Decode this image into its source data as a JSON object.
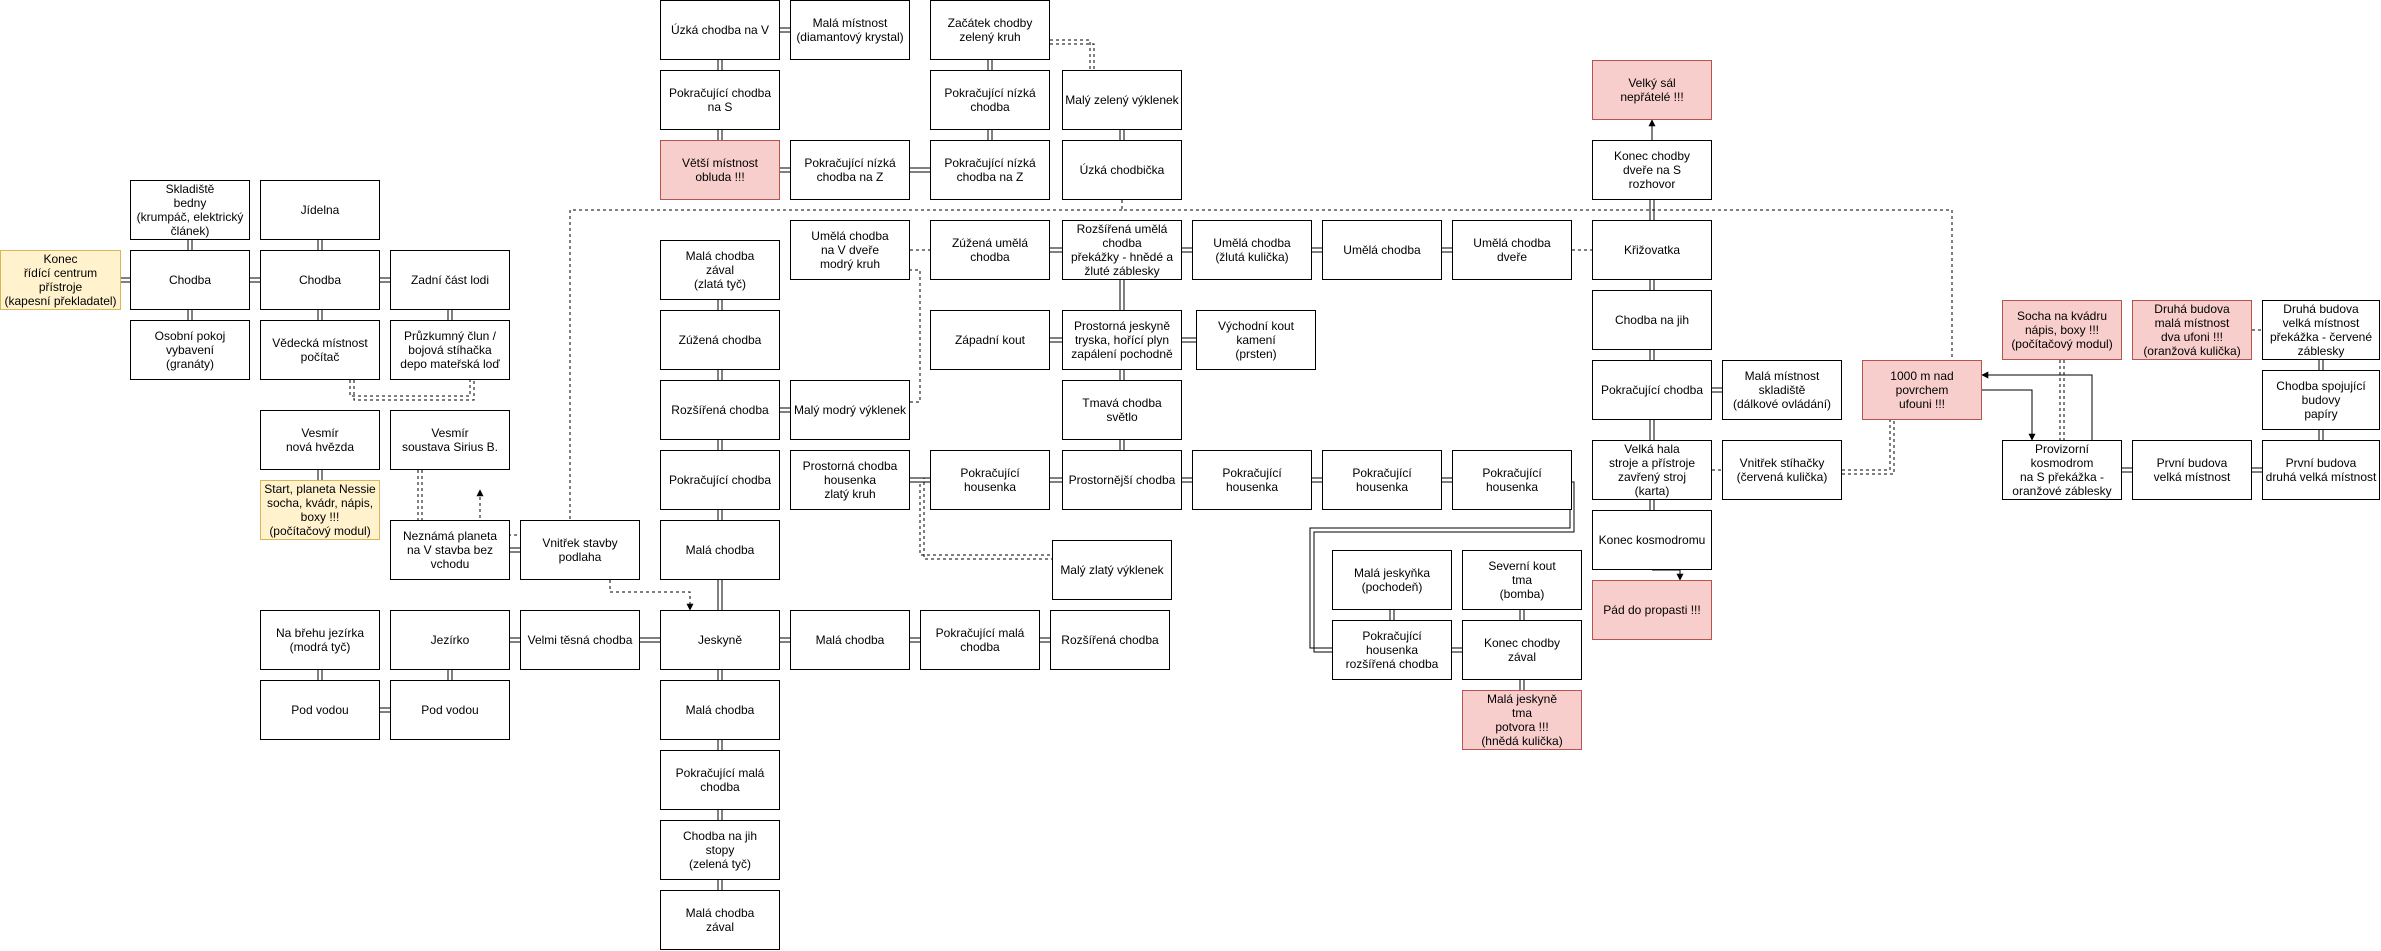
{
  "colors": {
    "danger_fill": "#f8cecc",
    "danger_stroke": "#b85450",
    "start_fill": "#fff2cc",
    "start_stroke": "#d6b656",
    "line": "#000000"
  },
  "nodes": [
    {
      "id": "konec_ridici",
      "label": "Konec\nřídící centrum\npřístroje\n(kapesní překladatel)",
      "style": "start"
    },
    {
      "id": "skladiste",
      "label": "Skladiště\nbedny\n(krumpáč, elektrický\nčlánek)",
      "style": "normal"
    },
    {
      "id": "chodba1",
      "label": "Chodba",
      "style": "normal"
    },
    {
      "id": "osobni",
      "label": "Osobní pokoj\nvybavení\n(granáty)",
      "style": "normal"
    },
    {
      "id": "jidelna",
      "label": "Jídelna",
      "style": "normal"
    },
    {
      "id": "chodba2",
      "label": "Chodba",
      "style": "normal"
    },
    {
      "id": "vedecka",
      "label": "Vědecká místnost\npočítač",
      "style": "normal"
    },
    {
      "id": "zadni",
      "label": "Zadní část lodi",
      "style": "normal"
    },
    {
      "id": "pruzkumny",
      "label": "Průzkumný člun /\nbojová stíhačka\ndepo mateřská loď",
      "style": "normal"
    },
    {
      "id": "vesmir_hvezda",
      "label": "Vesmír\nnová hvězda",
      "style": "normal"
    },
    {
      "id": "vesmir_sirius",
      "label": "Vesmír\nsoustava Sirius B.",
      "style": "normal"
    },
    {
      "id": "start",
      "label": "Start, planeta Nessie\nsocha, kvádr, nápis,\nboxy !!!\n(počítačový modul)",
      "style": "start"
    },
    {
      "id": "neznama",
      "label": "Neznámá planeta\nna V stavba bez\nvchodu",
      "style": "normal"
    },
    {
      "id": "vnitrek_stavby",
      "label": "Vnitřek stavby\npodlaha",
      "style": "normal"
    },
    {
      "id": "na_brehu",
      "label": "Na břehu jezírka\n(modrá tyč)",
      "style": "normal"
    },
    {
      "id": "jezirko",
      "label": "Jezírko",
      "style": "normal"
    },
    {
      "id": "velmi_tesna",
      "label": "Velmi těsná chodba",
      "style": "normal"
    },
    {
      "id": "pod_vodou1",
      "label": "Pod vodou",
      "style": "normal"
    },
    {
      "id": "pod_vodou2",
      "label": "Pod vodou",
      "style": "normal"
    },
    {
      "id": "uzka_v",
      "label": "Úzká chodba na V",
      "style": "normal"
    },
    {
      "id": "mala_diamant",
      "label": "Malá místnost\n(diamantový krystal)",
      "style": "normal"
    },
    {
      "id": "pokr_chodba_s",
      "label": "Pokračující chodba\nna S",
      "style": "normal"
    },
    {
      "id": "vetsi_misto",
      "label": "Větší místnost\nobluda !!!",
      "style": "danger"
    },
    {
      "id": "pokr_nizka_z1",
      "label": "Pokračující nízká\nchodba na Z",
      "style": "normal"
    },
    {
      "id": "mala_zaval",
      "label": "Malá chodba\nzával\n(zlatá tyč)",
      "style": "normal"
    },
    {
      "id": "uml_v_dvere",
      "label": "Umělá chodba\nna V dveře\nmodrý kruh",
      "style": "normal"
    },
    {
      "id": "zuzena",
      "label": "Zúžená chodba",
      "style": "normal"
    },
    {
      "id": "rozsirena_ch",
      "label": "Rozšířená chodba",
      "style": "normal"
    },
    {
      "id": "maly_modry",
      "label": "Malý modrý výklenek",
      "style": "normal"
    },
    {
      "id": "pokracujici_ch",
      "label": "Pokračující chodba",
      "style": "normal"
    },
    {
      "id": "prostorna_housenka",
      "label": "Prostorná chodba\nhousenka\nzlatý kruh",
      "style": "normal"
    },
    {
      "id": "mala_chodba1",
      "label": "Malá chodba",
      "style": "normal"
    },
    {
      "id": "jeskyne",
      "label": "Jeskyně",
      "style": "normal"
    },
    {
      "id": "mala_chodba2",
      "label": "Malá chodba",
      "style": "normal"
    },
    {
      "id": "pokr_mala",
      "label": "Pokračující malá\nchodba",
      "style": "normal"
    },
    {
      "id": "rozsirena_ch2",
      "label": "Rozšířená chodba",
      "style": "normal"
    },
    {
      "id": "mala_chodba3",
      "label": "Malá chodba",
      "style": "normal"
    },
    {
      "id": "pokr_mala2",
      "label": "Pokračující malá\nchodba",
      "style": "normal"
    },
    {
      "id": "chodba_jih_stopy",
      "label": "Chodba na jih\nstopy\n(zelená tyč)",
      "style": "normal"
    },
    {
      "id": "mala_zaval2",
      "label": "Malá chodba\nzával",
      "style": "normal"
    },
    {
      "id": "zacatek_zeleny",
      "label": "Začátek chodby\nzelený kruh",
      "style": "normal"
    },
    {
      "id": "pokr_nizka",
      "label": "Pokračující nízká\nchodba",
      "style": "normal"
    },
    {
      "id": "pokr_nizka_z2",
      "label": "Pokračující nízká\nchodba na Z",
      "style": "normal"
    },
    {
      "id": "maly_zeleny",
      "label": "Malý zelený výklenek",
      "style": "normal"
    },
    {
      "id": "uzka_chodbicka",
      "label": "Úzká chodbička",
      "style": "normal"
    },
    {
      "id": "zuzena_umela",
      "label": "Zúžená umělá\nchodba",
      "style": "normal"
    },
    {
      "id": "rozsirena_umela",
      "label": "Rozšířená umělá\nchodba\npřekážky - hnědé a\nžluté záblesky",
      "style": "normal"
    },
    {
      "id": "umela_zluta",
      "label": "Umělá chodba\n(žlutá kulička)",
      "style": "normal"
    },
    {
      "id": "umela",
      "label": "Umělá chodba",
      "style": "normal"
    },
    {
      "id": "umela_dvere",
      "label": "Umělá chodba\ndveře",
      "style": "normal"
    },
    {
      "id": "zapadni_kout",
      "label": "Západní kout",
      "style": "normal"
    },
    {
      "id": "prostorna_jeskyne",
      "label": "Prostorná jeskyně\ntryska, hořící plyn\nzapálení pochodně",
      "style": "normal"
    },
    {
      "id": "vychodni_kout",
      "label": "Východní kout\nkamení\n(prsten)",
      "style": "normal"
    },
    {
      "id": "tmava_chodba",
      "label": "Tmavá chodba\nsvětlo",
      "style": "normal"
    },
    {
      "id": "pokr_housenka1",
      "label": "Pokračující housenka",
      "style": "normal"
    },
    {
      "id": "prostornejsi",
      "label": "Prostornější chodba",
      "style": "normal"
    },
    {
      "id": "pokr_housenka2",
      "label": "Pokračující housenka",
      "style": "normal"
    },
    {
      "id": "pokr_housenka3",
      "label": "Pokračující housenka",
      "style": "normal"
    },
    {
      "id": "pokr_housenka4",
      "label": "Pokračující housenka",
      "style": "normal"
    },
    {
      "id": "maly_zlaty",
      "label": "Malý zlatý výklenek",
      "style": "normal"
    },
    {
      "id": "mala_jeskynka",
      "label": "Malá jeskyňka\n(pochodeň)",
      "style": "normal"
    },
    {
      "id": "severni_kout",
      "label": "Severní kout\ntma\n(bomba)",
      "style": "normal"
    },
    {
      "id": "pokr_housenka_rozs",
      "label": "Pokračující housenka\nrozšířená chodba",
      "style": "normal"
    },
    {
      "id": "konec_chodby_zaval",
      "label": "Konec chodby\nzával",
      "style": "normal"
    },
    {
      "id": "mala_jeskyne_potvora",
      "label": "Malá jeskyně\ntma\npotvora !!!\n(hnědá kulička)",
      "style": "danger"
    },
    {
      "id": "velky_sal",
      "label": "Velký sál\nnepřátelé !!!",
      "style": "danger"
    },
    {
      "id": "konec_chodby_dvere",
      "label": "Konec chodby\ndveře na S\nrozhovor",
      "style": "normal"
    },
    {
      "id": "krizovatka",
      "label": "Křižovatka",
      "style": "normal"
    },
    {
      "id": "chodba_jih",
      "label": "Chodba na jih",
      "style": "normal"
    },
    {
      "id": "pokr_chodba2",
      "label": "Pokračující chodba",
      "style": "normal"
    },
    {
      "id": "mala_skladiste",
      "label": "Malá místnost\nskladiště\n(dálkové ovládání)",
      "style": "normal"
    },
    {
      "id": "velka_hala",
      "label": "Velká hala\nstroje a přístroje\nzavřený stroj\n(karta)",
      "style": "normal"
    },
    {
      "id": "vnitrek_stihacky",
      "label": "Vnitřek stíhačky\n(červená kulička)",
      "style": "normal"
    },
    {
      "id": "konec_kosmodromu",
      "label": "Konec kosmodromu",
      "style": "normal"
    },
    {
      "id": "pad_propasti",
      "label": "Pád do propasti !!!",
      "style": "danger"
    },
    {
      "id": "m1000",
      "label": "1000 m nad\npovrchem\nufouni !!!",
      "style": "danger"
    },
    {
      "id": "socha_kvadr",
      "label": "Socha na kvádru\nnápis, boxy !!!\n(počítačový modul)",
      "style": "danger"
    },
    {
      "id": "druha_mala",
      "label": "Druhá budova\nmalá místnost\ndva ufoni !!!\n(oranžová kulička)",
      "style": "danger"
    },
    {
      "id": "druha_velka",
      "label": "Druhá budova\nvelká místnost\npřekážka - červené\nzáblesky",
      "style": "normal"
    },
    {
      "id": "chodba_spojujici",
      "label": "Chodba spojující\nbudovy\npapíry",
      "style": "normal"
    },
    {
      "id": "provizorni",
      "label": "Provizorní\nkosmodrom\nna S překážka -\noranžové záblesky",
      "style": "normal"
    },
    {
      "id": "prvni_velka",
      "label": "První budova\nvelká místnost",
      "style": "normal"
    },
    {
      "id": "prvni_druha",
      "label": "První budova\ndruhá velká místnost",
      "style": "normal"
    }
  ]
}
